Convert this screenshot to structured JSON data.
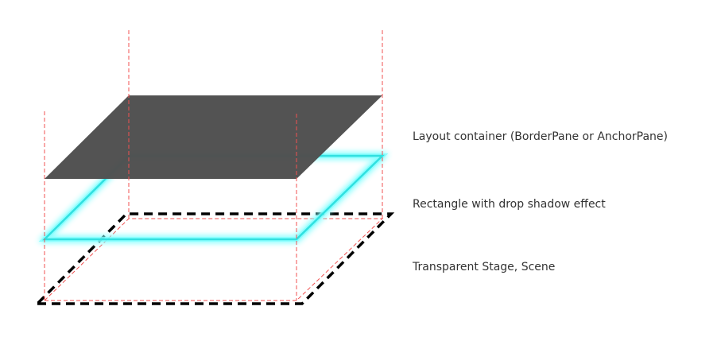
{
  "labels": {
    "layout_container": "Layout container (BorderPane or AnchorPane)",
    "rectangle": "Rectangle with drop shadow effect",
    "stage": "Transparent Stage, Scene"
  },
  "colors": {
    "guide_line": "#f05050",
    "container_fill": "#505050",
    "rectangle_stroke": "#30e0e0",
    "rectangle_glow": "#80ffff",
    "stage_stroke": "#000000",
    "label_text": "#333333"
  }
}
